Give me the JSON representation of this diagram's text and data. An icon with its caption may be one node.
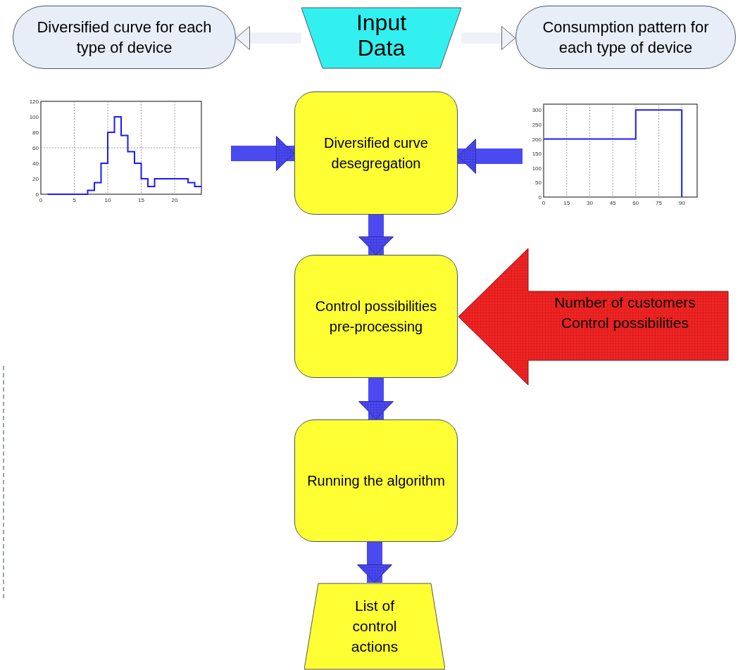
{
  "diagram": {
    "nodes": [
      {
        "text": [
          "Input Data"
        ]
      },
      {
        "text": [
          "Diversified curve for each type of device"
        ]
      },
      {
        "text": [
          "Consumption pattern for each type of device"
        ]
      },
      {
        "text": [],
        "shape": "picture"
      },
      {
        "text": [
          "Diversified curve desegregation"
        ]
      },
      {
        "text": [],
        "shape": "picture"
      },
      {
        "text": [
          "Control possibilities pre-processing"
        ]
      },
      {
        "text": [
          "Number of customers",
          "Control possibilities"
        ]
      },
      {
        "text": [
          "Running the algorithm"
        ]
      },
      {
        "text": [
          "List of control actions"
        ]
      }
    ],
    "edges": [
      {
        "from": 0,
        "to": 1,
        "arrow": "to",
        "color": "#eef2f8"
      },
      {
        "from": 0,
        "to": 2,
        "arrow": "to",
        "color": "#eef2f8"
      },
      {
        "from": 3,
        "to": 4,
        "arrow": "to"
      },
      {
        "from": 5,
        "to": 4,
        "arrow": "to"
      },
      {
        "from": 4,
        "to": 6,
        "arrow": "to"
      },
      {
        "from": 6,
        "to": 8,
        "arrow": "to"
      },
      {
        "from": 8,
        "to": 9,
        "arrow": "to"
      }
    ],
    "chart_data": [
      {
        "type": "line",
        "x": [
          1,
          7,
          7,
          8,
          8,
          9,
          9,
          10,
          10,
          11,
          11,
          12,
          12,
          13,
          13,
          14,
          14,
          15,
          15,
          16,
          16,
          17,
          17,
          22,
          22,
          23,
          23,
          24
        ],
        "series": [
          {
            "color": "#1a1aff",
            "values": [
              0,
              0,
              5,
              5,
              15,
              15,
              40,
              40,
              80,
              80,
              100,
              100,
              76,
              76,
              55,
              55,
              40,
              40,
              20,
              20,
              10,
              10,
              20,
              20,
              15,
              15,
              10,
              10
            ]
          }
        ],
        "xlim": [
          0,
          24
        ],
        "ylim": [
          0,
          120
        ],
        "xticks": [
          0,
          5,
          10,
          15,
          20
        ],
        "yticks": [
          0,
          20,
          40,
          60,
          80,
          100,
          120
        ],
        "grid": true
      },
      {
        "type": "line",
        "x": [
          0,
          60,
          60,
          90,
          90
        ],
        "series": [
          {
            "color": "#1a1aff",
            "values": [
              200,
              200,
              300,
              300,
              0
            ]
          }
        ],
        "xlim": [
          0,
          100
        ],
        "ylim": [
          0,
          320
        ],
        "xticks": [
          0,
          15,
          30,
          45,
          60,
          75,
          90
        ],
        "yticks": [
          0,
          50,
          100,
          150,
          200,
          250,
          300
        ],
        "grid": true
      }
    ]
  }
}
